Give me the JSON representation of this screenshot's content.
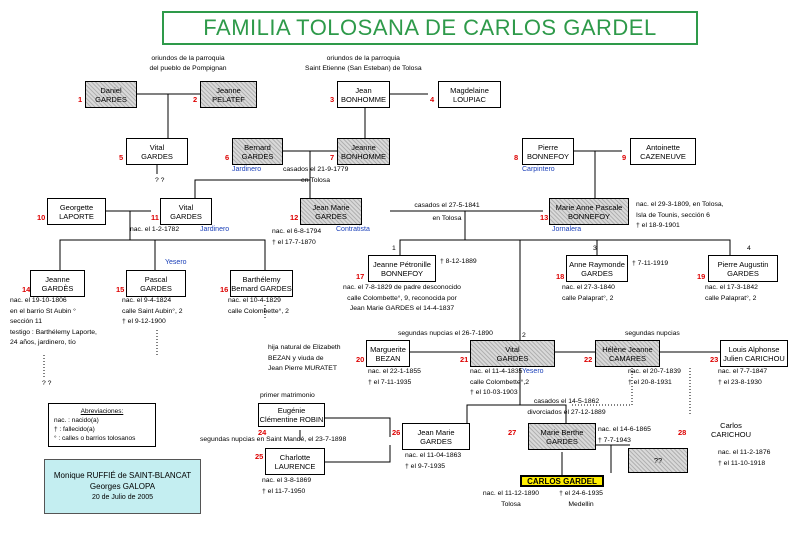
{
  "title": "FAMILIA TOLOSANA DE CARLOS GARDEL",
  "persons": {
    "p1": {
      "num": "1",
      "first": "Daniel",
      "last": "GARDES"
    },
    "p2": {
      "num": "2",
      "first": "Jeanne",
      "last": "PELATEF"
    },
    "p3": {
      "num": "3",
      "first": "Jean",
      "last": "BONHOMME"
    },
    "p4": {
      "num": "4",
      "first": "Magdelaine",
      "last": "LOUPIAC"
    },
    "p5": {
      "num": "5",
      "first": "Vital",
      "last": "GARDES"
    },
    "p6": {
      "num": "6",
      "first": "Bernard",
      "last": "GARDES"
    },
    "p7": {
      "num": "7",
      "first": "Jeanne",
      "last": "BONHOMME"
    },
    "p8": {
      "num": "8",
      "first": "Pierre",
      "last": "BONNEFOY"
    },
    "p9": {
      "num": "9",
      "first": "Antoinette",
      "last": "CAZENEUVE"
    },
    "p10": {
      "num": "10",
      "first": "Georgette",
      "last": "LAPORTE"
    },
    "p11": {
      "num": "11",
      "first": "Vital",
      "last": "GARDES"
    },
    "p12": {
      "num": "12",
      "first": "Jean Marie",
      "last": "GARDES"
    },
    "p13": {
      "num": "13",
      "first": "Marie Anne Pascale",
      "last": "BONNEFOY"
    },
    "p14": {
      "num": "14",
      "first": "Jeanne",
      "last": "GARDÈS"
    },
    "p15": {
      "num": "15",
      "first": "Pascal",
      "last": "GARDES"
    },
    "p16": {
      "num": "16",
      "first": "Barthélemy",
      "last": "Bernard GARDES"
    },
    "p17": {
      "num": "17",
      "first": "Jeanne Pétronille",
      "last": "BONNEFOY"
    },
    "p18": {
      "num": "18",
      "first": "Anne Raymonde",
      "last": "GARDES"
    },
    "p19": {
      "num": "19",
      "first": "Pierre Augustin",
      "last": "GARDES"
    },
    "p20": {
      "num": "20",
      "first": "Marguerite",
      "last": "BEZAN"
    },
    "p21": {
      "num": "21",
      "first": "Vital",
      "last": "GARDES"
    },
    "p22": {
      "num": "22",
      "first": "Hélène Jeanne",
      "last": "CAMARES"
    },
    "p23": {
      "num": "23",
      "first": "Louis Alphonse",
      "last": "Julien CARICHOU"
    },
    "p24": {
      "num": "24",
      "first": "Eugénie",
      "last": "Clémentine ROBIN"
    },
    "p25": {
      "num": "25",
      "first": "Charlotte",
      "last": "LAURENCE"
    },
    "p26": {
      "num": "26",
      "first": "Jean Marie",
      "last": "GARDES"
    },
    "p27": {
      "num": "27",
      "first": "Marie Berthe",
      "last": "GARDES"
    },
    "p28": {
      "num": "28",
      "first": "Carlos",
      "last": "CARICHOU"
    },
    "unknown": {
      "first": "??"
    },
    "gardel": {
      "first": "CARLOS GARDEL"
    }
  },
  "origins": {
    "pompignan": [
      "oriundos de la parroquia",
      "del pueblo de Pompignan"
    ],
    "tolosa": [
      "oriundos de la parroquia",
      "Saint Etienne (San Esteban)  de Tolosa"
    ]
  },
  "occupations": {
    "jardinero6": "Jardinero",
    "carpintero": "Carpintero",
    "jardinero11": "Jardinero",
    "contratista": "Contratista",
    "jornalera": "Jornalera",
    "yesero15": "Yesero",
    "yesero21": "Yesero"
  },
  "notes": {
    "qq5": "? ?",
    "married7": [
      "casados el 21-9-1779",
      "en  Tolosa"
    ],
    "married12": [
      "casados el 27-5-1841",
      "en Tolosa"
    ],
    "p13info": [
      "nac. el 29-3-1809, en Tolosa,",
      "Isla de Tounis, sección 6",
      "† el 18-9-1901"
    ],
    "p11info": "nac. el 1-2-1782",
    "p12info": [
      "nac. el 6-8-1794",
      "† el 17-7-1870"
    ],
    "p14info": [
      "nac. el 19-10-1806",
      "en el barrio St Aubin °",
      "sección 11",
      "testigo : Barthélemy Laporte,",
      "24 años, jardinero, tío"
    ],
    "qq14": "? ?",
    "p15info": [
      "nac. el 9-4-1824",
      "calle Saint Aubin°, 2",
      "† el 9-12-1900"
    ],
    "p16info": [
      "nac. el 10-4-1829",
      "calle Colombette°, 2"
    ],
    "p17death": "† 8-12-1889",
    "p17info": [
      "nac. el 7-8-1829 de padre desconocido",
      "calle Colombette°, 9, reconocida por",
      "Jean Marie GARDES el 14-4-1837"
    ],
    "p18death": "† 7-11-1919",
    "p18info": [
      "nac. el 27-3-1840",
      "calle Palaprat°, 2"
    ],
    "p19info": [
      "nac. el 17-3-1842",
      "calle Palaprat°, 2"
    ],
    "hija": [
      "hija natural de Elizabeth",
      "BEZAN y viuda de",
      "Jean Pierre MURATET"
    ],
    "second21": "segundas nupcias el 26-7-1890",
    "second22": "segundas nupcias",
    "p20info": [
      "nac. el 22-1-1855",
      "† el 7-11-1935"
    ],
    "p21info": [
      "nac. el 11-4-1835",
      "calle Colombette°,2",
      "† el 10-03-1903"
    ],
    "p22info": [
      "nac. el 20-7-1839",
      "† el 20-8-1931"
    ],
    "p23info": [
      "nac. el 7-7-1847",
      "† el 23-8-1930"
    ],
    "married21": [
      "casados el 14-5-1862",
      "divorciados el 27-12-1889"
    ],
    "first24": "primer matrimonio",
    "second24": "segundas nupcias en Saint Mandé, el 23-7-1898",
    "p25info": [
      "nac. el 3-8-1869",
      "† el 11-7-1950"
    ],
    "p26info": [
      "nac. el 11-04-1863",
      "† el 9-7-1935"
    ],
    "p27info": [
      "nac. el 14-6-1865",
      "† 7-7-1943"
    ],
    "p28info": [
      "nac. el 11-2-1876",
      "† el 11-10-1918"
    ],
    "gardelInfo": [
      "nac. el 11-12-1890",
      "Tolosa"
    ],
    "gardelDeath": [
      "† el 24-6-1935",
      "Medellin"
    ],
    "branch1": "1",
    "branch2": "2",
    "branch3": "3",
    "branch4": "4"
  },
  "legend": {
    "title": "Abreviaciones:",
    "items": [
      "nac. : nacido(a)",
      "† : fallecido(a)",
      "° : calles o barrios tolosanos"
    ]
  },
  "credits": [
    "Monique RUFFIÉ de SAINT-BLANCAT",
    "Georges GALOPA",
    "20 de Julio de 2005"
  ]
}
